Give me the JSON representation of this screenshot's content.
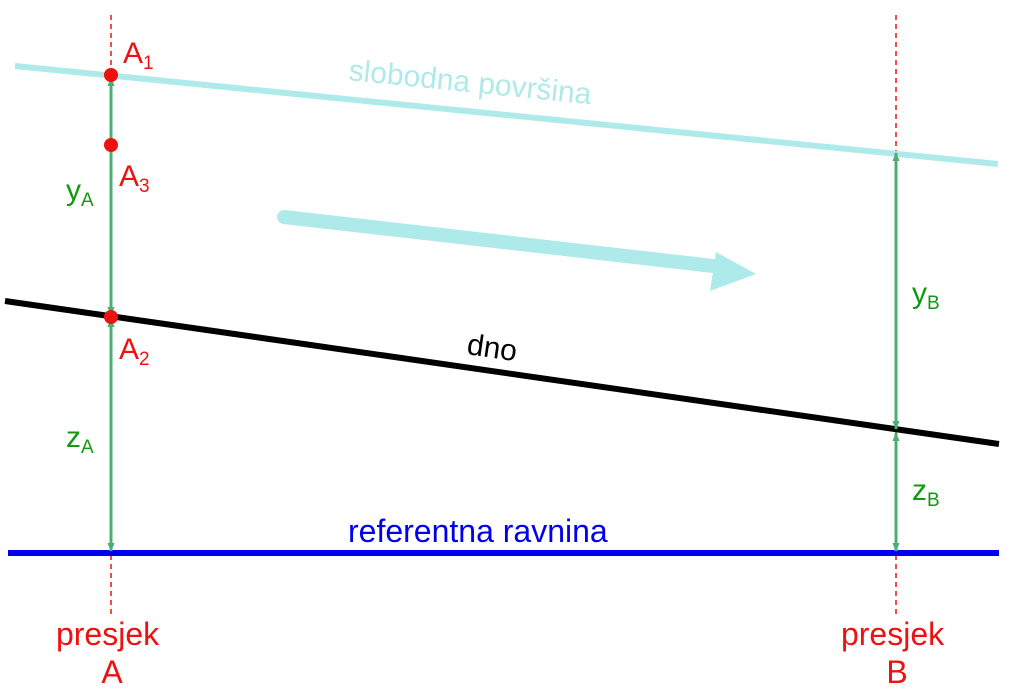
{
  "labels": {
    "free_surface": "slobodna površina",
    "bottom": "dno",
    "reference_plane": "referentna ravnina",
    "section_a": [
      "presjek",
      "A"
    ],
    "section_b": [
      "presjek",
      "B"
    ]
  },
  "points": {
    "a1": {
      "letter": "A",
      "sub": "1"
    },
    "a2": {
      "letter": "A",
      "sub": "2"
    },
    "a3": {
      "letter": "A",
      "sub": "3"
    }
  },
  "dimensions": {
    "ya": {
      "letter": "y",
      "sub": "A"
    },
    "za": {
      "letter": "z",
      "sub": "A"
    },
    "yb": {
      "letter": "y",
      "sub": "B"
    },
    "zb": {
      "letter": "z",
      "sub": "B"
    }
  },
  "colors": {
    "free_surface": "#aeeaea",
    "flow_arrow": "#aeeaea",
    "bottom": "#000000",
    "reference_plane": "#0000ee",
    "section": "#ee1111",
    "dimension": "#4caf72",
    "dimension_text": "#119911"
  }
}
